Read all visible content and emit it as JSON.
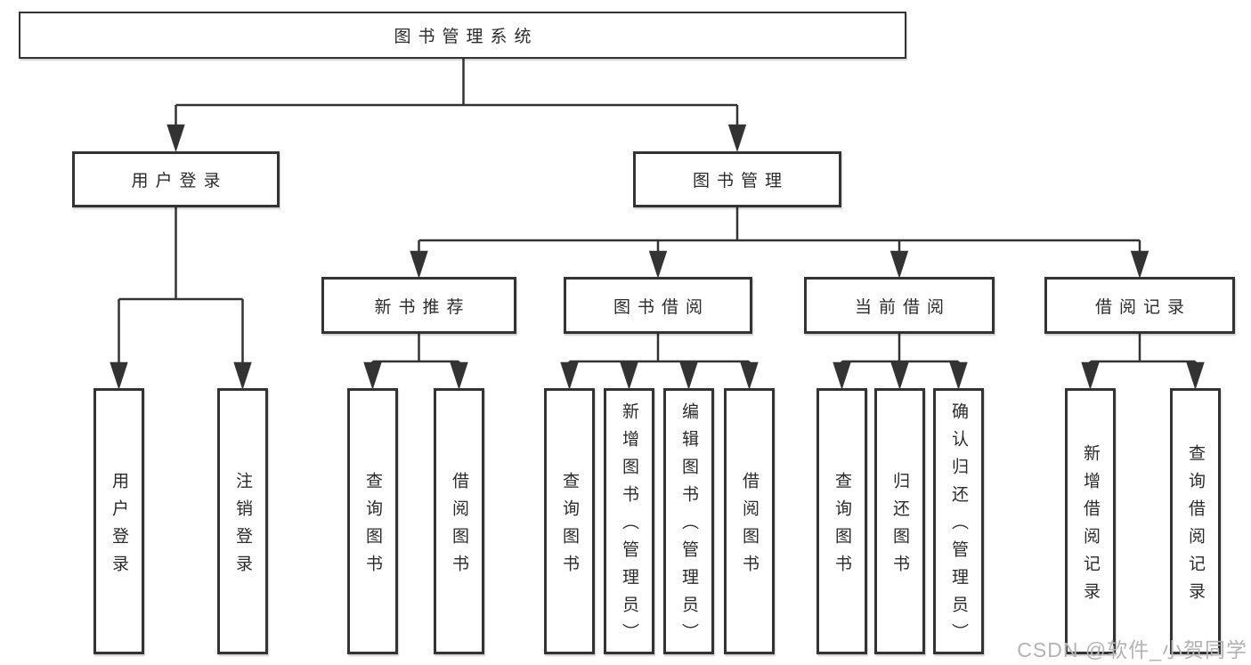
{
  "colors": {
    "background": "#ffffff",
    "line": "#333333",
    "box_border": "#333333",
    "text": "#2b2b2b",
    "watermark": "#b3b3b3"
  },
  "watermark": {
    "text": "CSDN @软件_小贺同学"
  },
  "tree": {
    "label": "图书管理系统",
    "children": [
      {
        "label": "用户登录",
        "children": [
          {
            "label": "用户登录"
          },
          {
            "label": "注销登录"
          }
        ]
      },
      {
        "label": "图书管理",
        "children": [
          {
            "label": "新书推荐",
            "children": [
              {
                "label": "查询图书"
              },
              {
                "label": "借阅图书"
              }
            ]
          },
          {
            "label": "图书借阅",
            "children": [
              {
                "label": "查询图书"
              },
              {
                "label": "新增图书（管理员）"
              },
              {
                "label": "编辑图书（管理员）"
              },
              {
                "label": "借阅图书"
              }
            ]
          },
          {
            "label": "当前借阅",
            "children": [
              {
                "label": "查询图书"
              },
              {
                "label": "归还图书"
              },
              {
                "label": "确认归还（管理员）"
              }
            ]
          },
          {
            "label": "借阅记录",
            "children": [
              {
                "label": "新增借阅记录"
              },
              {
                "label": "查询借阅记录"
              }
            ]
          }
        ]
      }
    ]
  }
}
